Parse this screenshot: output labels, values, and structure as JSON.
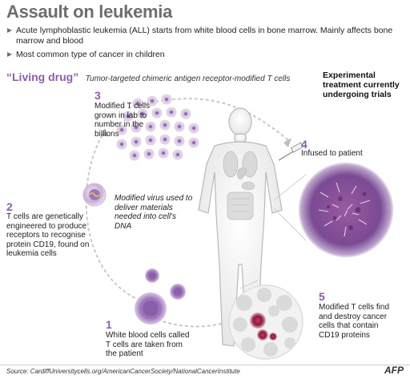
{
  "title": "Assault on leukemia",
  "bullets": [
    "Acute lymphoblastic leukemia (ALL) starts from white blood cells in bone marrow. Mainly affects bone marrow and blood",
    "Most common type of cancer in children"
  ],
  "subtitle": {
    "living_drug": "“Living drug”",
    "description": "Tumor-targeted chimeric antigen receptor-modified T cells"
  },
  "experimental_note": "Experimental treatment currently undergoing trials",
  "steps": [
    {
      "number": "1",
      "text": "White blood cells called T cells are taken from the patient"
    },
    {
      "number": "2",
      "text": "T cells are genetically engineered to produce receptors to recognise protein CD19, found on leukemia cells"
    },
    {
      "number": "3",
      "text": "Modified T cells grown in lab to number in the billions"
    },
    {
      "number": "4",
      "text": "Infused to patient"
    },
    {
      "number": "5",
      "text": "Modified T cells find and destroy cancer cells that contain CD19 proteins"
    }
  ],
  "virus_note": "Modified virus used to deliver materials needed into cell's DNA",
  "source": "Source: CardiffUniversitycells.org/AmericanCancerSociety/NationalCancerInstitute",
  "logo": "AFP",
  "colors": {
    "accent": "#8a5fa8",
    "title_gray": "#6e6e6e",
    "cancer_cell": "#8a3d6e",
    "body_outline": "#b8b8b8"
  }
}
